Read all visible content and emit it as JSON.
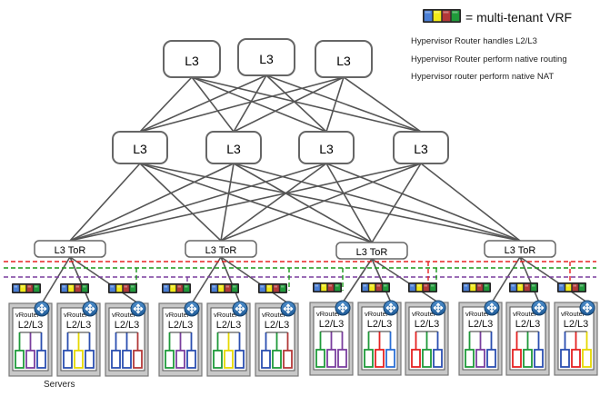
{
  "legend": {
    "text": "= multi-tenant VRF",
    "colors": [
      "#4a7fd6",
      "#f2ea18",
      "#b23838",
      "#1f9a3a"
    ]
  },
  "notes": [
    "Hypervisor Router handles L2/L3",
    "Hypervisor Router perform native routing",
    "Hypervisor router perform native NAT"
  ],
  "spine": [
    "L3",
    "L3",
    "L3"
  ],
  "aggregation": [
    "L3",
    "L3",
    "L3",
    "L3"
  ],
  "tor": [
    "L3 ToR",
    "L3 ToR",
    "L3 ToR",
    "L3 ToR"
  ],
  "vrouter_label": "vRouter",
  "server_label": "L2/L3",
  "servers_caption": "Servers",
  "colors": {
    "box_stroke": "#666666",
    "line": "#555555",
    "server_fill": "#c8c8c8",
    "router_blue": "#2b6fb0",
    "red_dash": "#e52222",
    "green_dash": "#1a9a1a",
    "purple_dash": "#7a3e9e"
  }
}
